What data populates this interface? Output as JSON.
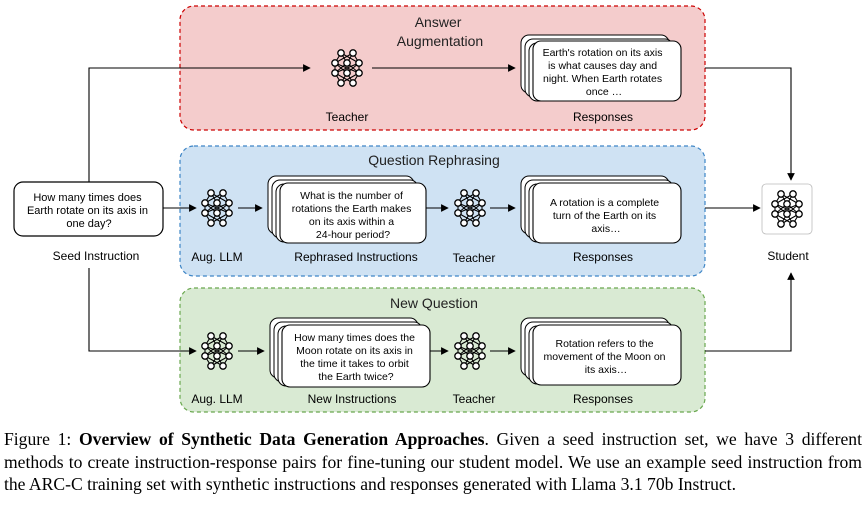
{
  "colors": {
    "answer_fill": "#f4cccc",
    "answer_border": "#cc0000",
    "rephrase_fill": "#cfe2f3",
    "rephrase_border": "#3d85c6",
    "newq_fill": "#d9ead3",
    "newq_border": "#6aa84f",
    "ink": "#000000"
  },
  "seed": {
    "text_lines": [
      "How many times does",
      "Earth rotate on its axis in",
      "one day?"
    ],
    "label": "Seed Instruction"
  },
  "answer_section": {
    "title_lines": [
      "Answer",
      "Augmentation"
    ],
    "teacher_icon": "neural-network-icon",
    "teacher_label": "Teacher",
    "response_lines": [
      "Earth's rotation on its axis",
      "is what causes day and",
      "night. When Earth rotates",
      "once …"
    ],
    "responses_label": "Responses"
  },
  "rephrase_section": {
    "title": "Question Rephrasing",
    "aug_icon": "neural-network-icon",
    "aug_label": "Aug. LLM",
    "instruction_lines": [
      "What is the number of",
      "rotations the Earth makes",
      "on its axis within a",
      "24-hour period?"
    ],
    "instructions_label": "Rephrased Instructions",
    "teacher_label": "Teacher",
    "response_lines": [
      "A rotation is a complete",
      "turn of the Earth on its",
      "axis…"
    ],
    "responses_label": "Responses"
  },
  "newq_section": {
    "title": "New Question",
    "aug_icon": "neural-network-icon",
    "aug_label": "Aug. LLM",
    "instruction_lines": [
      "How many times does the",
      "Moon rotate on its axis in",
      "the time it takes to orbit",
      "the Earth twice?"
    ],
    "instructions_label": "New Instructions",
    "teacher_label": "Teacher",
    "response_lines": [
      "Rotation refers to the",
      "movement of the Moon on",
      "its axis…"
    ],
    "responses_label": "Responses"
  },
  "student": {
    "icon": "neural-network-icon",
    "label": "Student"
  },
  "caption": {
    "label": "Figure 1:",
    "bold": "Overview of Synthetic Data Generation Approaches",
    "text": ". Given a seed instruction set, we have 3 different methods to create instruction-response pairs for fine-tuning our student model. We use an example seed instruction from the ARC-C training set with synthetic instructions and responses generated with Llama 3.1 70b Instruct."
  }
}
